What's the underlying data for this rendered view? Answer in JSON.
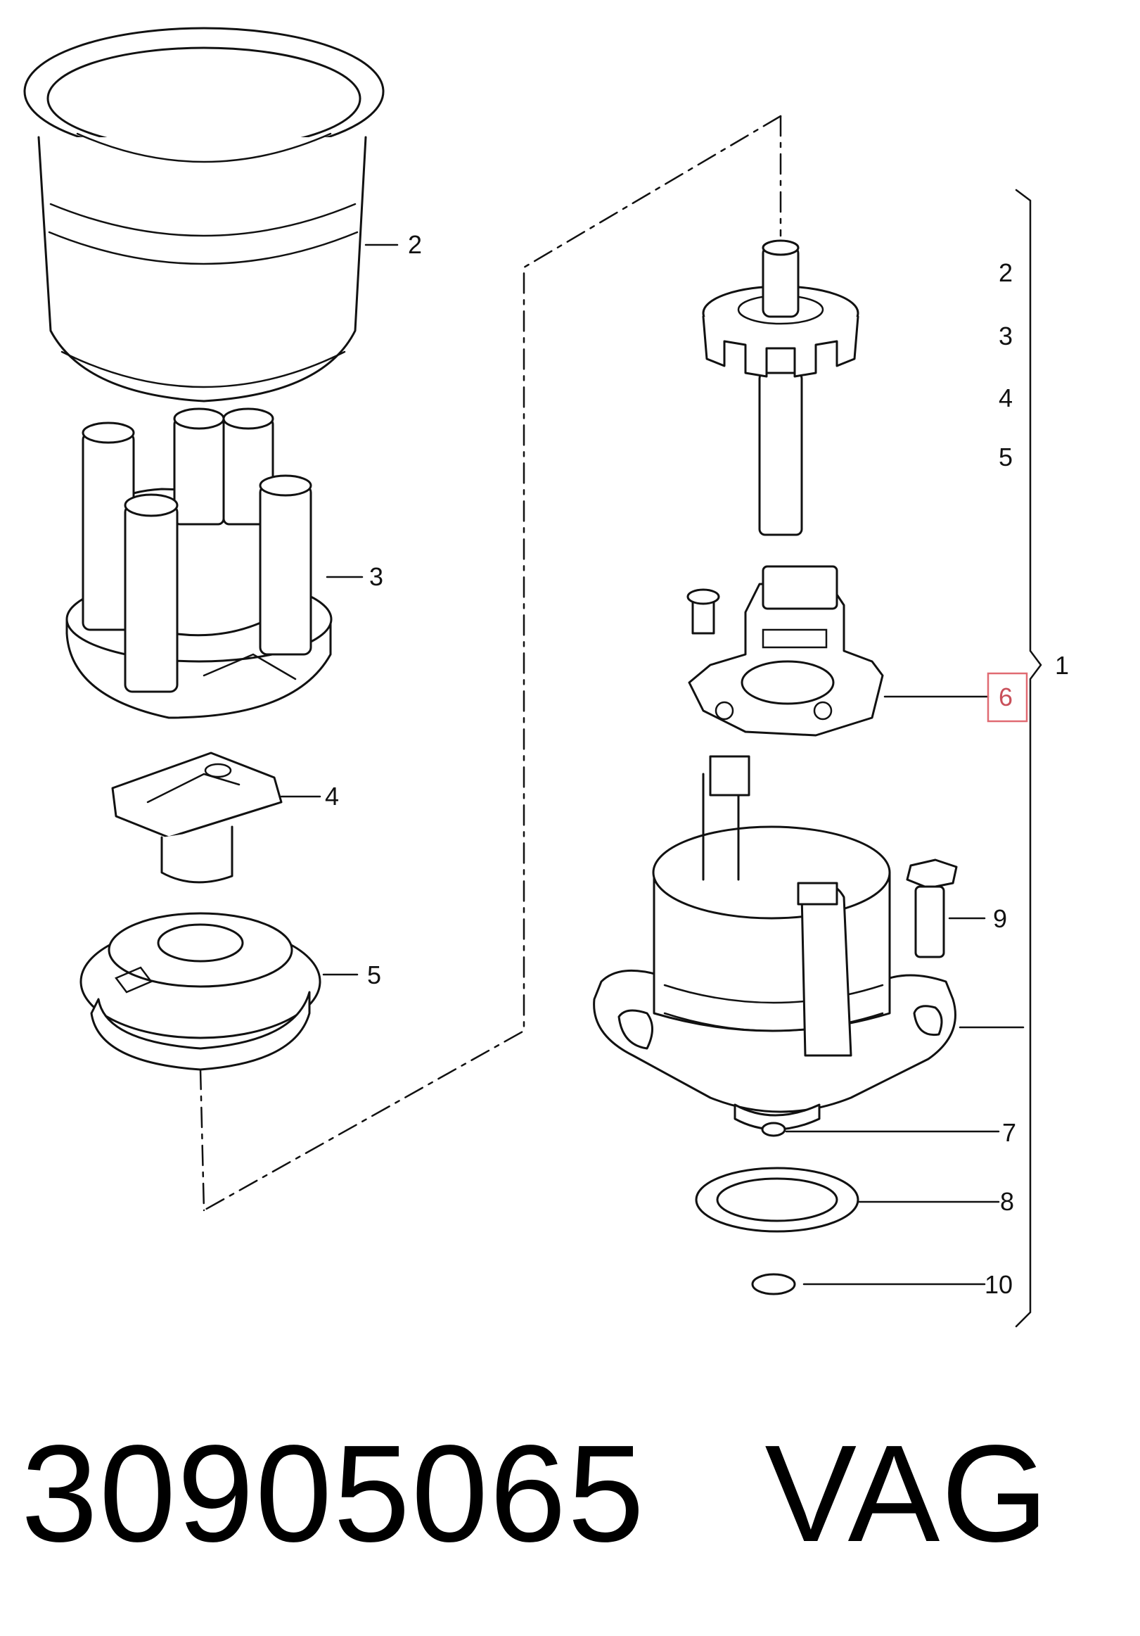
{
  "callouts": {
    "cap_2": "2",
    "distributor_cap_3": "3",
    "rotor_4": "4",
    "seal_5": "5",
    "bracket_2": "2",
    "bracket_3": "3",
    "bracket_4": "4",
    "bracket_5": "5",
    "assembly_1": "1",
    "hall_sender_6": "6",
    "o_ring_7": "7",
    "seal_ring_8": "8",
    "bolt_9": "9",
    "washer_10": "10"
  },
  "footer": {
    "part_number": "30905065",
    "brand": "VAG"
  },
  "colors": {
    "line": "#111111",
    "highlight_border": "#e06a72",
    "background": "#ffffff"
  }
}
